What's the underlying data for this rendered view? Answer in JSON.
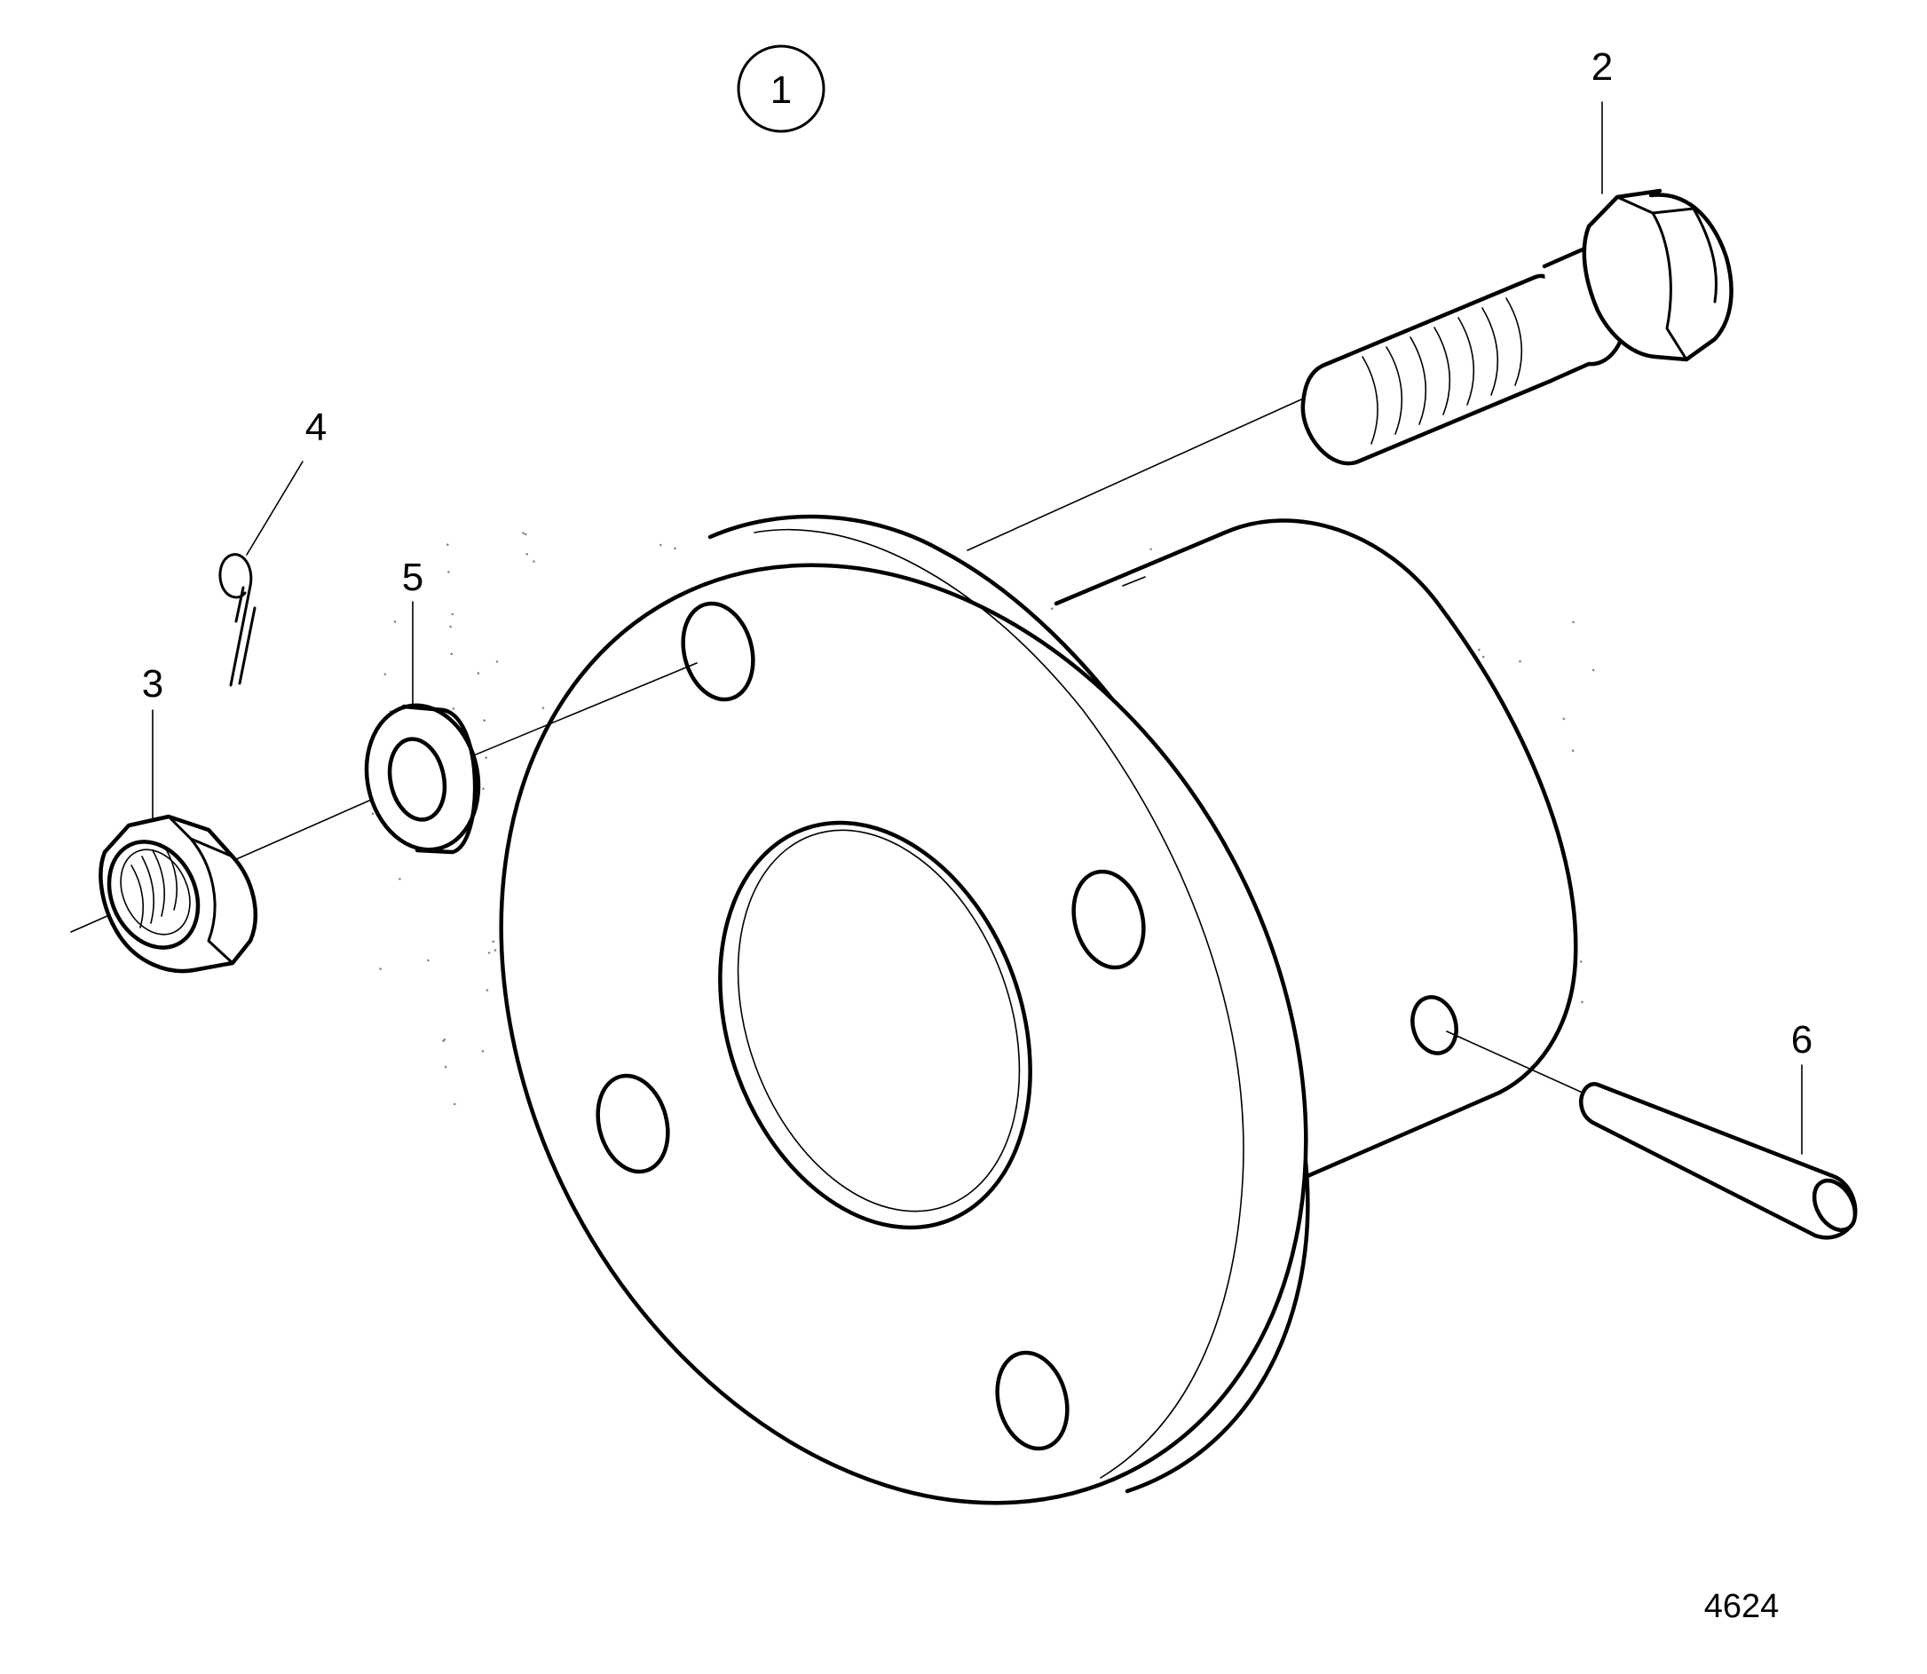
{
  "figure": {
    "assembly_callout": "1",
    "figure_number": "4624",
    "parts": [
      {
        "id": "bolt",
        "callout": "2",
        "icon": "hex-bolt-icon"
      },
      {
        "id": "nut",
        "callout": "3",
        "icon": "hex-nut-icon"
      },
      {
        "id": "cotter-pin",
        "callout": "4",
        "icon": "cotter-pin-icon"
      },
      {
        "id": "washer",
        "callout": "5",
        "icon": "washer-icon"
      },
      {
        "id": "pin",
        "callout": "6",
        "icon": "pin-icon"
      }
    ],
    "main_part_icon": "flange-hub-icon",
    "line_color": "#000000",
    "background": "#ffffff"
  }
}
